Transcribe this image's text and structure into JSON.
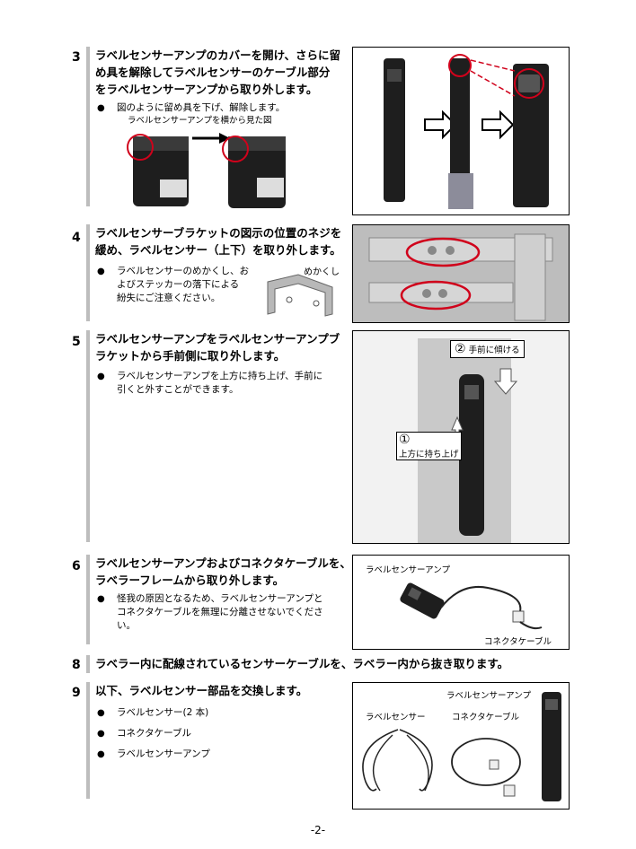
{
  "steps": {
    "s3": {
      "num": "3",
      "title1": "ラベルセンサーアンプのカバーを開け、さらに留",
      "title2": "め具を解除してラベルセンサーのケーブル部分",
      "title3": "をラベルセンサーアンプから取り外します。",
      "bullet": "図のように留め具を下げ、解除します。",
      "sub": "ラベルセンサーアンプを横から見た図"
    },
    "s4": {
      "num": "4",
      "title1": "ラベルセンサーブラケットの図示の位置のネジを",
      "title2": "緩め、ラベルセンサー（上下）を取り外します。",
      "bullet1": "ラベルセンサーのめかくし、お",
      "bullet2": "よびステッカーの落下による",
      "bullet3": "紛失にご注意ください。",
      "mekakushi": "めかくし"
    },
    "s5": {
      "num": "5",
      "title1": "ラベルセンサーアンプをラベルセンサーアンプブ",
      "title2": "ラケットから手前側に取り外します。",
      "bullet1": "ラベルセンサーアンプを上方に持ち上げ、手前に",
      "bullet2": "引くと外すことができます。",
      "callout2_num": "②",
      "callout2": "手前に傾ける",
      "callout1_num": "①",
      "callout1": "上方に持ち上げ"
    },
    "s6": {
      "num": "6",
      "title1": "ラベルセンサーアンプおよびコネクタケーブルを、",
      "title2": "ラベラーフレームから取り外します。",
      "bullet1": "怪我の原因となるため、ラベルセンサーアンプと",
      "bullet2": "コネクタケーブルを無理に分離させないでくださ",
      "bullet3": "い。",
      "label_amp": "ラベルセンサーアンプ",
      "label_cable": "コネクタケーブル"
    },
    "s8": {
      "num": "8",
      "title": "ラベラー内に配線されているセンサーケーブルを、ラベラー内から抜き取ります。"
    },
    "s9": {
      "num": "9",
      "title": "以下、ラベルセンサー部品を交換します。",
      "items": [
        "ラベルセンサー(2 本)",
        "コネクタケーブル",
        "ラベルセンサーアンプ"
      ],
      "label_amp": "ラベルセンサーアンプ",
      "label_sensor": "ラベルセンサー",
      "label_cable": "コネクタケーブル"
    }
  },
  "page_number": "-2-",
  "bullet_symbol": "●",
  "colors": {
    "highlight": "#d0021b",
    "bar": "#bdbdbd",
    "device": "#1e1e1e"
  }
}
